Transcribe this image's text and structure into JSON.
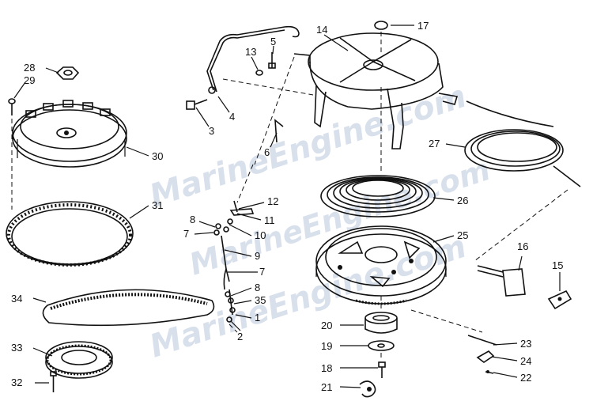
{
  "watermark": "MarineEngine.com",
  "callouts": [
    {
      "n": "1"
    },
    {
      "n": "2"
    },
    {
      "n": "3"
    },
    {
      "n": "4"
    },
    {
      "n": "5"
    },
    {
      "n": "6"
    },
    {
      "n": "7"
    },
    {
      "n": "7"
    },
    {
      "n": "8"
    },
    {
      "n": "8"
    },
    {
      "n": "9"
    },
    {
      "n": "10"
    },
    {
      "n": "11"
    },
    {
      "n": "12"
    },
    {
      "n": "13"
    },
    {
      "n": "14"
    },
    {
      "n": "15"
    },
    {
      "n": "16"
    },
    {
      "n": "17"
    },
    {
      "n": "18"
    },
    {
      "n": "19"
    },
    {
      "n": "20"
    },
    {
      "n": "21"
    },
    {
      "n": "22"
    },
    {
      "n": "23"
    },
    {
      "n": "24"
    },
    {
      "n": "25"
    },
    {
      "n": "26"
    },
    {
      "n": "27"
    },
    {
      "n": "28"
    },
    {
      "n": "29"
    },
    {
      "n": "30"
    },
    {
      "n": "31"
    },
    {
      "n": "32"
    },
    {
      "n": "33"
    },
    {
      "n": "34"
    },
    {
      "n": "35"
    }
  ],
  "colors": {
    "line": "#111111",
    "watermark": "#b9c7de",
    "background": "#ffffff"
  }
}
